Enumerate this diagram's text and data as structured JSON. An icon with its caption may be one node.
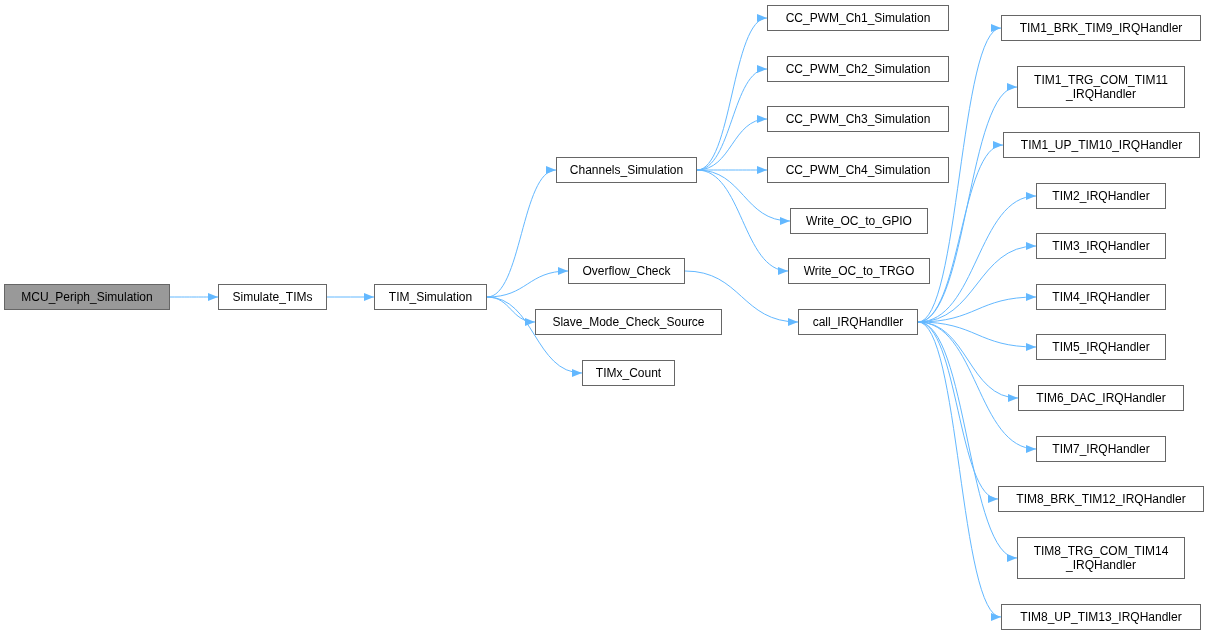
{
  "diagram": {
    "nodes": [
      {
        "text": [
          "MCU_Periph_Simulation"
        ]
      },
      {
        "text": [
          "Simulate_TIMs"
        ]
      },
      {
        "text": [
          "TIM_Simulation"
        ]
      },
      {
        "text": [
          "Channels_Simulation"
        ]
      },
      {
        "text": [
          "Overflow_Check"
        ]
      },
      {
        "text": [
          "Slave_Mode_Check_Source"
        ]
      },
      {
        "text": [
          "TIMx_Count"
        ]
      },
      {
        "text": [
          "CC_PWM_Ch1_Simulation"
        ]
      },
      {
        "text": [
          "CC_PWM_Ch2_Simulation"
        ]
      },
      {
        "text": [
          "CC_PWM_Ch3_Simulation"
        ]
      },
      {
        "text": [
          "CC_PWM_Ch4_Simulation"
        ]
      },
      {
        "text": [
          "Write_OC_to_GPIO"
        ]
      },
      {
        "text": [
          "Write_OC_to_TRGO"
        ]
      },
      {
        "text": [
          "call_IRQHandller"
        ]
      },
      {
        "text": [
          "TIM1_BRK_TIM9_IRQHandler"
        ]
      },
      {
        "text": [
          "TIM1_TRG_COM_TIM11 _IRQHandler"
        ]
      },
      {
        "text": [
          "TIM1_UP_TIM10_IRQHandler"
        ]
      },
      {
        "text": [
          "TIM2_IRQHandler"
        ]
      },
      {
        "text": [
          "TIM3_IRQHandler"
        ]
      },
      {
        "text": [
          "TIM4_IRQHandler"
        ]
      },
      {
        "text": [
          "TIM5_IRQHandler"
        ]
      },
      {
        "text": [
          "TIM6_DAC_IRQHandler"
        ]
      },
      {
        "text": [
          "TIM7_IRQHandler"
        ]
      },
      {
        "text": [
          "TIM8_BRK_TIM12_IRQHandler"
        ]
      },
      {
        "text": [
          "TIM8_TRG_COM_TIM14 _IRQHandler"
        ]
      },
      {
        "text": [
          "TIM8_UP_TIM13_IRQHandler"
        ]
      }
    ],
    "edges": [
      {
        "from": 0,
        "to": 1,
        "arrow": "to"
      },
      {
        "from": 1,
        "to": 2,
        "arrow": "to"
      },
      {
        "from": 2,
        "to": 3,
        "arrow": "to"
      },
      {
        "from": 2,
        "to": 4,
        "arrow": "to"
      },
      {
        "from": 2,
        "to": 5,
        "arrow": "to"
      },
      {
        "from": 2,
        "to": 6,
        "arrow": "to"
      },
      {
        "from": 3,
        "to": 7,
        "arrow": "to"
      },
      {
        "from": 3,
        "to": 8,
        "arrow": "to"
      },
      {
        "from": 3,
        "to": 9,
        "arrow": "to"
      },
      {
        "from": 3,
        "to": 10,
        "arrow": "to"
      },
      {
        "from": 3,
        "to": 11,
        "arrow": "to"
      },
      {
        "from": 3,
        "to": 12,
        "arrow": "to"
      },
      {
        "from": 4,
        "to": 13,
        "arrow": "to"
      },
      {
        "from": 13,
        "to": 14,
        "arrow": "to"
      },
      {
        "from": 13,
        "to": 15,
        "arrow": "to"
      },
      {
        "from": 13,
        "to": 16,
        "arrow": "to"
      },
      {
        "from": 13,
        "to": 17,
        "arrow": "to"
      },
      {
        "from": 13,
        "to": 18,
        "arrow": "to"
      },
      {
        "from": 13,
        "to": 19,
        "arrow": "to"
      },
      {
        "from": 13,
        "to": 20,
        "arrow": "to"
      },
      {
        "from": 13,
        "to": 21,
        "arrow": "to"
      },
      {
        "from": 13,
        "to": 22,
        "arrow": "to"
      },
      {
        "from": 13,
        "to": 23,
        "arrow": "to"
      },
      {
        "from": 13,
        "to": 24,
        "arrow": "to"
      },
      {
        "from": 13,
        "to": 25,
        "arrow": "to"
      }
    ]
  }
}
